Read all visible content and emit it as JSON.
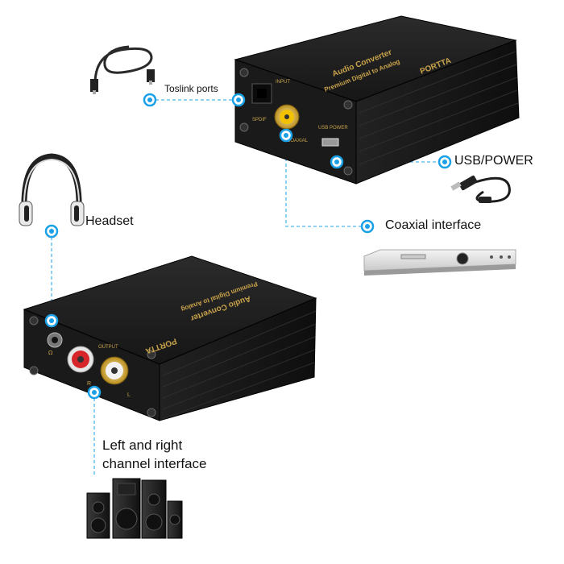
{
  "callouts": {
    "toslink": "Toslink ports",
    "usb_power": "USB/POWER",
    "headset": "Headset",
    "coaxial": "Coaxial  interface",
    "lr_line1": "Left and right",
    "lr_line2": "channel interface"
  },
  "device_top": {
    "brand": "PORTTA",
    "title": "Audio Converter",
    "subtitle": "Premium Digital to Analog",
    "label_input": "INPUT",
    "label_spdif": "SPDIF",
    "label_coaxial": "COAXIAL",
    "label_usb_power": "USB POWER"
  },
  "device_bottom": {
    "brand": "PORTTA",
    "title": "Audio Converter",
    "subtitle": "Premium Digital to Analog",
    "label_output": "OUTPUT",
    "label_r": "R",
    "label_l": "L"
  },
  "colors": {
    "callout_dot": "#1aa0e6",
    "leader_line": "#4db6ea",
    "device_body": "#1c1c1c",
    "device_text": "#c9a34a",
    "coax_jack": "#f2c200",
    "rca_red": "#d6262a",
    "rca_white": "#f2f2f2"
  },
  "icons": [
    "headphones-icon",
    "optical-cable-icon",
    "usb-cable-icon",
    "amplifier-icon",
    "speaker-system-icon"
  ]
}
